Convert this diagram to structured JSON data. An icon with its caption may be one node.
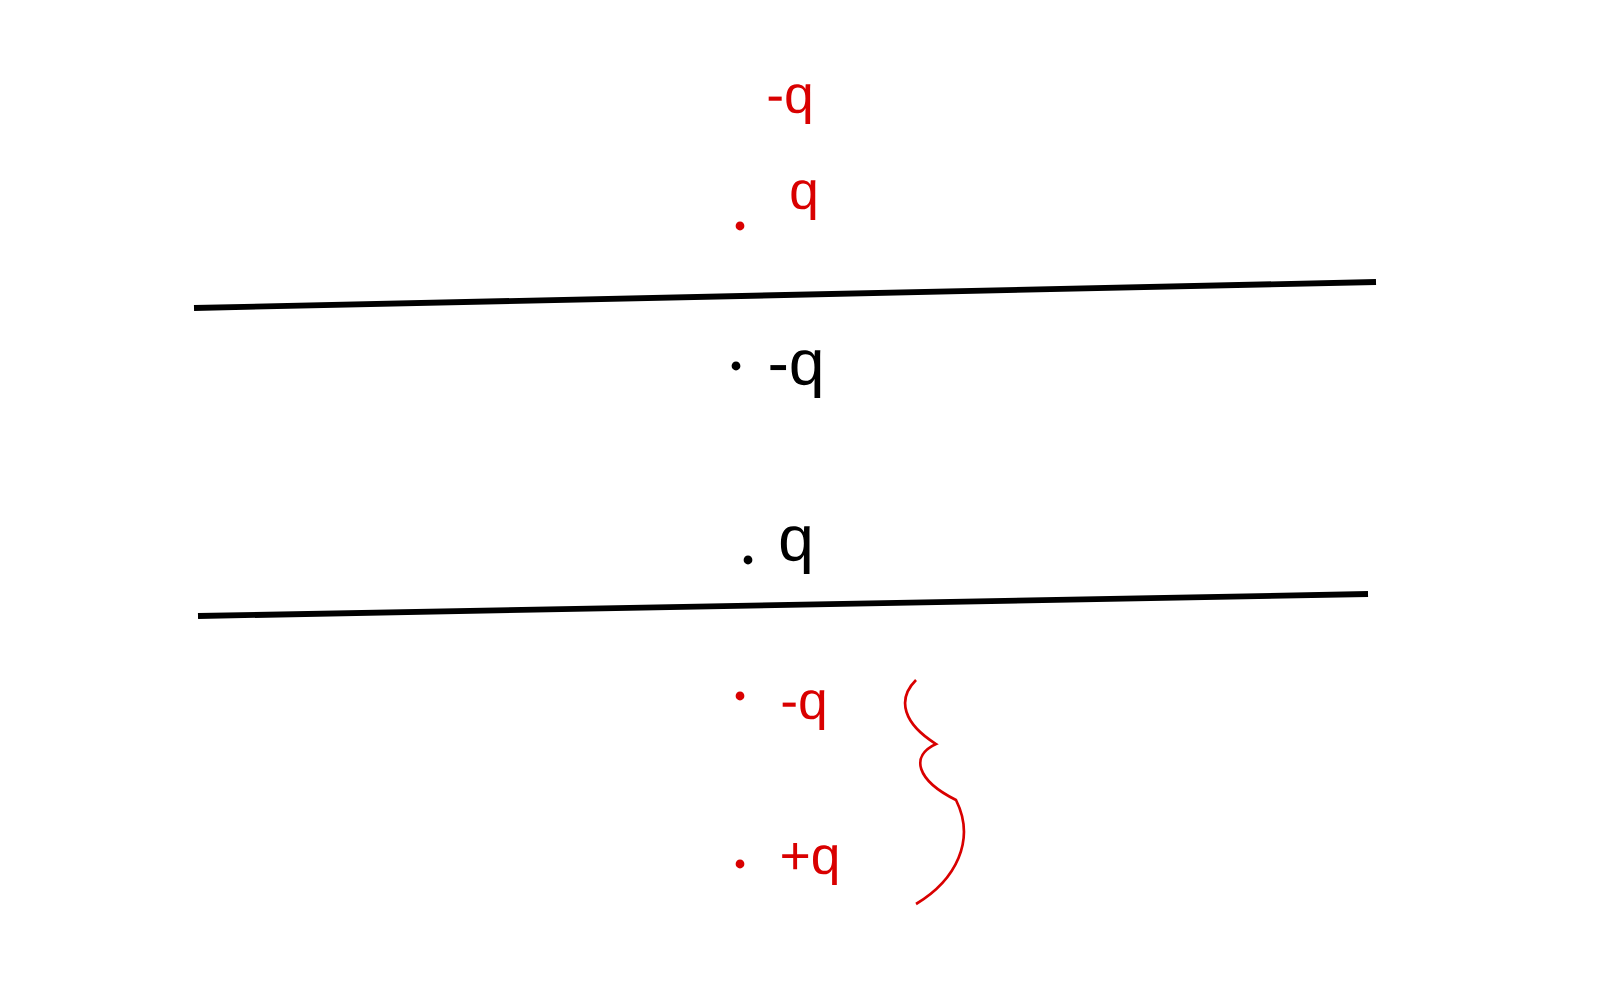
{
  "diagram": {
    "labels": [
      "-q",
      "q",
      "-q",
      "q",
      "-q",
      "+q"
    ]
  }
}
